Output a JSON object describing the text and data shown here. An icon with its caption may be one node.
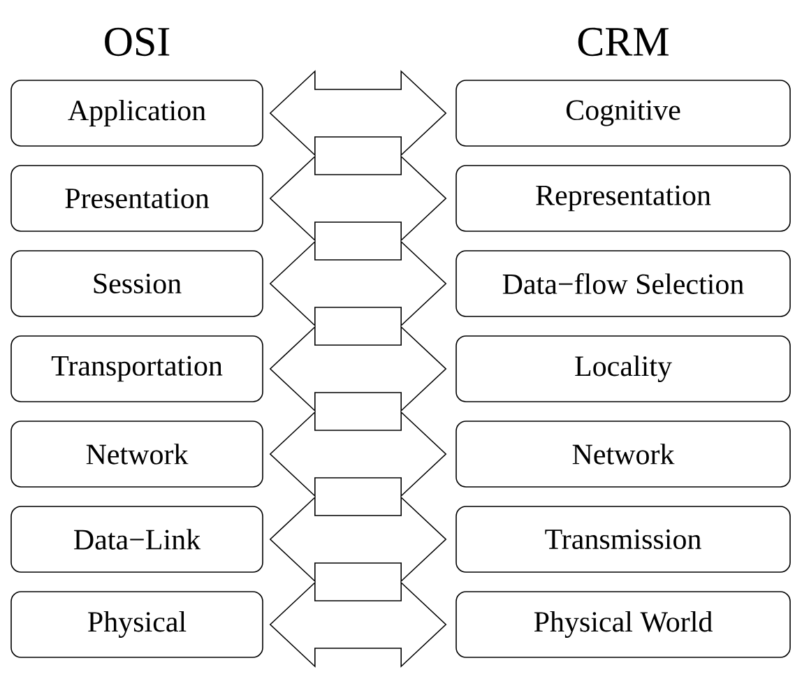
{
  "diagram": {
    "nodes": [
      {
        "text": [
          "OSI"
        ]
      },
      {
        "text": [
          "CRM"
        ]
      },
      {
        "text": [
          "Application"
        ]
      },
      {
        "text": [
          "Presentation"
        ]
      },
      {
        "text": [
          "Session"
        ]
      },
      {
        "text": [
          "Transportation"
        ]
      },
      {
        "text": [
          "Network"
        ]
      },
      {
        "text": [
          "Data−Link"
        ]
      },
      {
        "text": [
          "Physical"
        ]
      },
      {
        "text": [
          "Cognitive"
        ]
      },
      {
        "text": [
          "Representation"
        ]
      },
      {
        "text": [
          "Data−flow Selection"
        ]
      },
      {
        "text": [
          "Locality"
        ]
      },
      {
        "text": [
          "Network"
        ]
      },
      {
        "text": [
          "Transmission"
        ]
      },
      {
        "text": [
          "Physical World"
        ]
      }
    ],
    "edges": [
      {
        "from": 2,
        "to": 9,
        "arrow": "both"
      },
      {
        "from": 3,
        "to": 10,
        "arrow": "both"
      },
      {
        "from": 4,
        "to": 11,
        "arrow": "both"
      },
      {
        "from": 5,
        "to": 12,
        "arrow": "both"
      },
      {
        "from": 6,
        "to": 13,
        "arrow": "both"
      },
      {
        "from": 7,
        "to": 14,
        "arrow": "both"
      },
      {
        "from": 8,
        "to": 15,
        "arrow": "both"
      }
    ]
  }
}
